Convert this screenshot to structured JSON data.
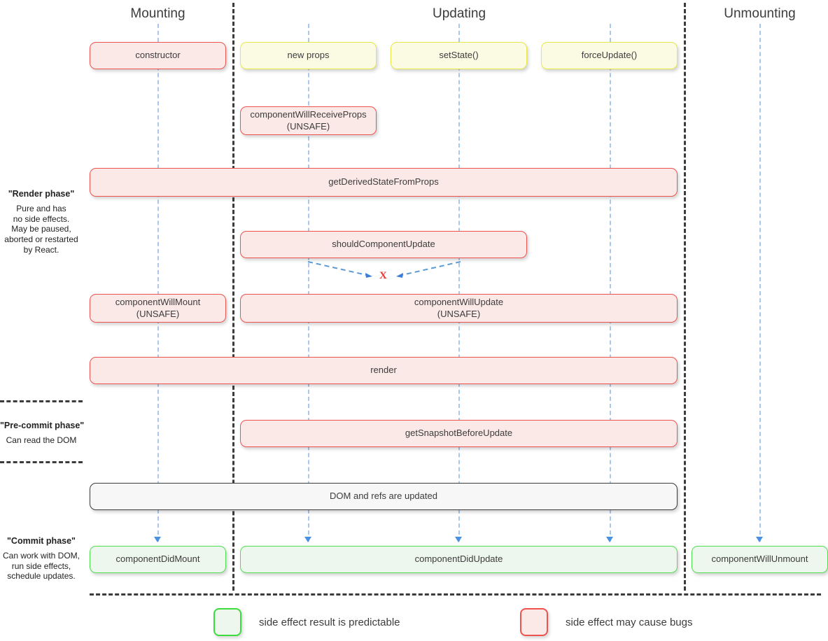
{
  "columns": [
    {
      "label": "Mounting"
    },
    {
      "label": "Updating"
    },
    {
      "label": "Unmounting"
    }
  ],
  "phases": [
    {
      "title": "\"Render phase\"",
      "desc": "Pure and has\nno side effects.\nMay be paused,\naborted or restarted\nby React."
    },
    {
      "title": "\"Pre-commit phase\"",
      "desc": "Can read the DOM"
    },
    {
      "title": "\"Commit phase\"",
      "desc": "Can work with DOM,\nrun side effects,\nschedule updates."
    }
  ],
  "boxes": {
    "constructor": {
      "label": "constructor",
      "kind": "red"
    },
    "new_props": {
      "label": "new props",
      "kind": "yellow"
    },
    "set_state": {
      "label": "setState()",
      "kind": "yellow"
    },
    "force_update": {
      "label": "forceUpdate()",
      "kind": "yellow"
    },
    "cwrp_line1": "componentWillReceiveProps",
    "cwrp_line2": "(UNSAFE)",
    "gdsfp": {
      "label": "getDerivedStateFromProps",
      "kind": "red"
    },
    "scu": {
      "label": "shouldComponentUpdate",
      "kind": "red"
    },
    "cwm_line1": "componentWillMount",
    "cwm_line2": "(UNSAFE)",
    "cwu_line1": "componentWillUpdate",
    "cwu_line2": "(UNSAFE)",
    "render": {
      "label": "render",
      "kind": "red"
    },
    "gsbu": {
      "label": "getSnapshotBeforeUpdate",
      "kind": "red"
    },
    "dom_refs": {
      "label": "DOM and refs are updated",
      "kind": "grey"
    },
    "cdm": {
      "label": "componentDidMount",
      "kind": "green"
    },
    "cdu": {
      "label": "componentDidUpdate",
      "kind": "green"
    },
    "cwun": {
      "label": "componentWillUnmount",
      "kind": "green"
    }
  },
  "skip_marker": {
    "label": "X"
  },
  "legend": [
    {
      "swatch": "green",
      "label": "side effect result is predictable"
    },
    {
      "swatch": "red",
      "label": "side effect may cause bugs"
    }
  ],
  "colors": {
    "red_border": "#ef5350",
    "red_fill": "#fbe9e7",
    "yellow_border": "#e8e84a",
    "yellow_fill": "#fbfbe4",
    "green_border": "#4ee04e",
    "green_fill": "#edf7ed",
    "grey_border": "#3c3c3c",
    "grey_fill": "#f7f7f7",
    "lifeline": "#a8c8ee",
    "arrow": "#4a90e2",
    "skip_x": "#e53935",
    "separator": "#3c3c3c"
  }
}
